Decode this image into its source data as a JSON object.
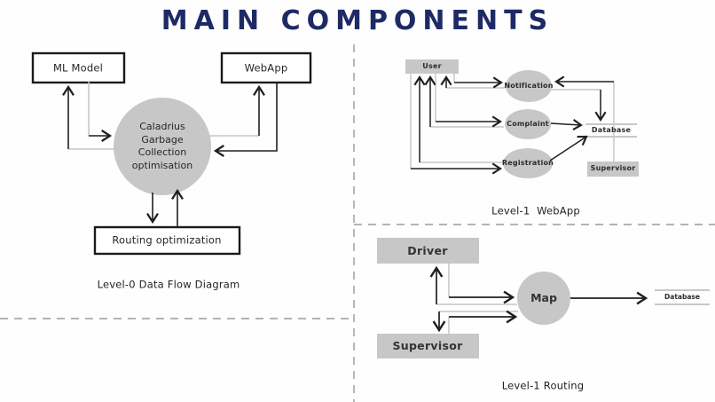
{
  "title": "MAIN COMPONENTS",
  "colors": {
    "title_navy": "#1e2a66",
    "node_gray": "#c7c7c7",
    "line_dark": "#1f1f1f",
    "line_light": "#c6c6c6",
    "divider_gray": "#9a9a9a"
  },
  "level0_dfd": {
    "caption": "Level-0 Data Flow Diagram",
    "ml_model_label": "ML Model",
    "webapp_label": "WebApp",
    "process_label": "Caladrius Garbage Collection optimisation",
    "routing_label": "Routing optimization"
  },
  "webapp_dfd": {
    "caption": "Level-1  WebApp",
    "user_label": "User",
    "notification_label": "Notification",
    "complaint_label": "Complaint",
    "registration_label": "Registration",
    "database_label": "Database",
    "supervisor_label": "Supervisor"
  },
  "routing_dfd": {
    "caption": "Level-1 Routing",
    "driver_label": "Driver",
    "supervisor_label": "Supervisor",
    "map_label": "Map",
    "database_label": "Database"
  }
}
